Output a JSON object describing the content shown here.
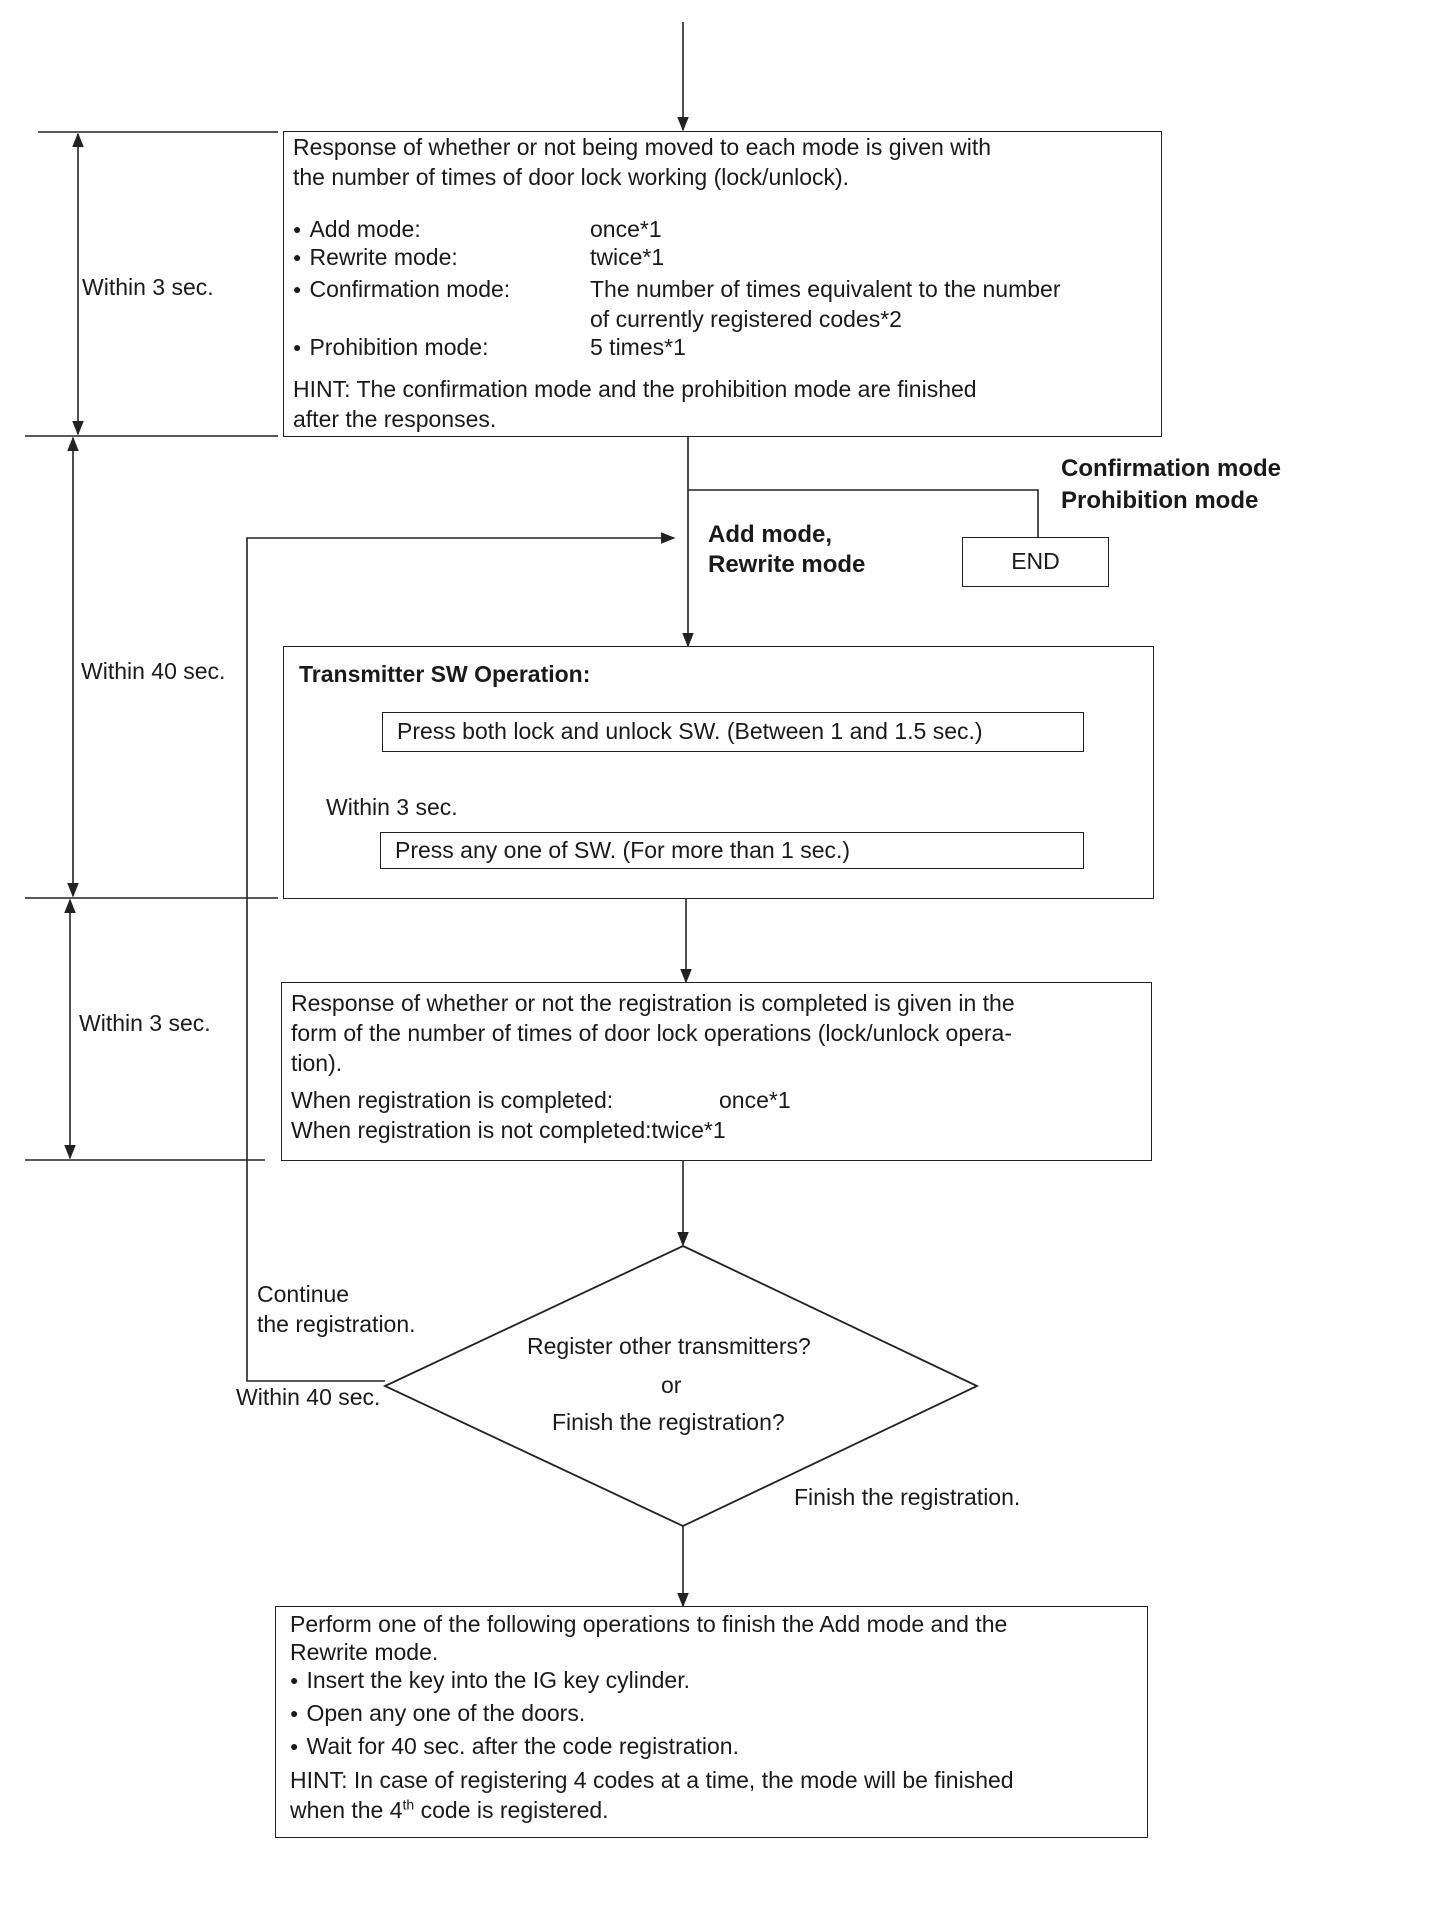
{
  "box1": {
    "intro": [
      "Response of whether or not being moved to each mode is given with",
      "the number of times of door lock working (lock/unlock)."
    ],
    "modes": [
      {
        "name": "Add mode:",
        "value": [
          "once*1"
        ]
      },
      {
        "name": "Rewrite mode:",
        "value": [
          "twice*1"
        ]
      },
      {
        "name": "Confirmation mode:",
        "value": [
          "The number of times equivalent to the number",
          "of currently registered codes*2"
        ]
      },
      {
        "name": "Prohibition mode:",
        "value": [
          "5 times*1"
        ]
      }
    ],
    "hint": [
      "HINT: The confirmation mode and the prohibition mode are finished",
      "after the responses."
    ]
  },
  "timing": {
    "t1": "Within 3 sec.",
    "t2": "Within 40 sec.",
    "t3": "Within 3 sec.",
    "inner": "Within 3 sec.",
    "loop": "Within 40 sec."
  },
  "branch": {
    "end_modes": [
      "Confirmation mode",
      "Prohibition mode"
    ],
    "end_label": "END",
    "continue_modes": [
      "Add mode,",
      "Rewrite mode"
    ]
  },
  "transmitter": {
    "title": "Transmitter SW Operation:",
    "step1": "Press both lock and unlock SW. (Between 1 and 1.5 sec.)",
    "step2": "Press any one of SW. (For more than 1 sec.)"
  },
  "box3": {
    "lines": [
      "Response of whether or not the registration is completed is given in the",
      "form of the number of times of door lock operations (lock/unlock opera-",
      "tion)."
    ],
    "completed_label": "When registration is completed:",
    "completed_value": "once*1",
    "not_completed": "When registration is not completed:twice*1"
  },
  "decision": {
    "line1": "Register other transmitters?",
    "line2": "or",
    "line3": "Finish the registration?",
    "continue_label": [
      "Continue",
      "the registration."
    ],
    "finish_label": "Finish the registration."
  },
  "box4": {
    "intro": [
      "Perform one of the following operations to finish the Add mode and the",
      "Rewrite mode."
    ],
    "bullets": [
      "Insert the key into the IG key cylinder.",
      "Open any one of the doors.",
      "Wait for 40 sec. after the code registration."
    ],
    "hint1": "HINT: In case of registering 4 codes at a time, the mode will be finished",
    "hint2_pre": "when the 4",
    "hint2_sup": "th",
    "hint2_post": " code is registered."
  }
}
